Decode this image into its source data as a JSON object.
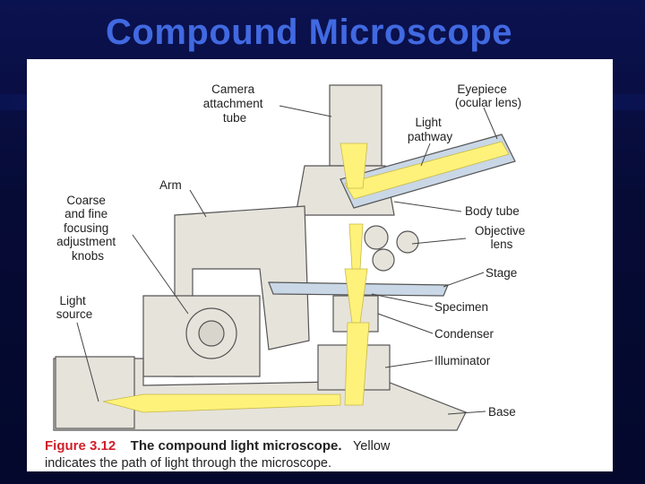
{
  "slide": {
    "title": "Compound Microscope"
  },
  "figure": {
    "caption_number": "Figure 3.12",
    "caption_title": "The compound light microscope.",
    "caption_line1_rest": "Yellow",
    "caption_line2": "indicates the path of light through the microscope."
  },
  "labels": {
    "camera": [
      "Camera",
      "attachment",
      "tube"
    ],
    "eyepiece": [
      "Eyepiece",
      "(ocular lens)"
    ],
    "light_pathway": [
      "Light",
      "pathway"
    ],
    "arm": "Arm",
    "knobs": [
      "Coarse",
      "and fine",
      "focusing",
      "adjustment",
      "knobs"
    ],
    "body_tube": "Body tube",
    "objective": [
      "Objective",
      "lens"
    ],
    "stage": "Stage",
    "light_source": [
      "Light",
      "source"
    ],
    "specimen": "Specimen",
    "condenser": "Condenser",
    "illuminator": "Illuminator",
    "base": "Base"
  },
  "colors": {
    "title": "#4169e1",
    "light_path": "#fff27a",
    "microscope_body": "#e6e3db",
    "microscope_accent": "#c9d7e6",
    "caption_red": "#d0202a"
  }
}
